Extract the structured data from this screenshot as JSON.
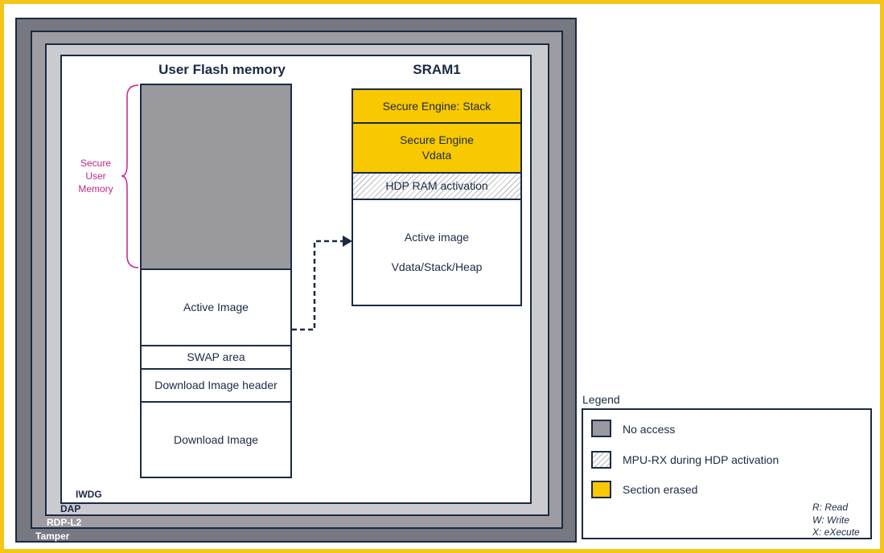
{
  "rings": {
    "iwdg": "IWDG",
    "dap": "DAP",
    "rdp": "RDP-L2",
    "tamper": "Tamper"
  },
  "flash": {
    "title": "User Flash memory",
    "secure_label": [
      "Secure",
      "User",
      "Memory"
    ],
    "active_image": "Active Image",
    "swap_area": "SWAP area",
    "download_header": "Download Image header",
    "download_image": "Download Image"
  },
  "sram": {
    "title": "SRAM1",
    "se_stack": "Secure Engine: Stack",
    "se_vdata_line1": "Secure Engine",
    "se_vdata_line2": "Vdata",
    "hdp_ram": "HDP RAM activation",
    "active_line1": "Active image",
    "active_line2": "Vdata/Stack/Heap"
  },
  "legend": {
    "title": "Legend",
    "items": [
      {
        "label": "No access",
        "color": "#9a999e"
      },
      {
        "label": "MPU-RX during HDP activation",
        "pattern": "hatched"
      },
      {
        "label": "Section erased",
        "color": "#f8c800"
      }
    ],
    "rwx": [
      "R: Read",
      "W: Write",
      "X: eXecute"
    ]
  },
  "colors": {
    "frame": "#f5c518",
    "outline": "#1a2a44",
    "secure_label": "#c2258a"
  }
}
